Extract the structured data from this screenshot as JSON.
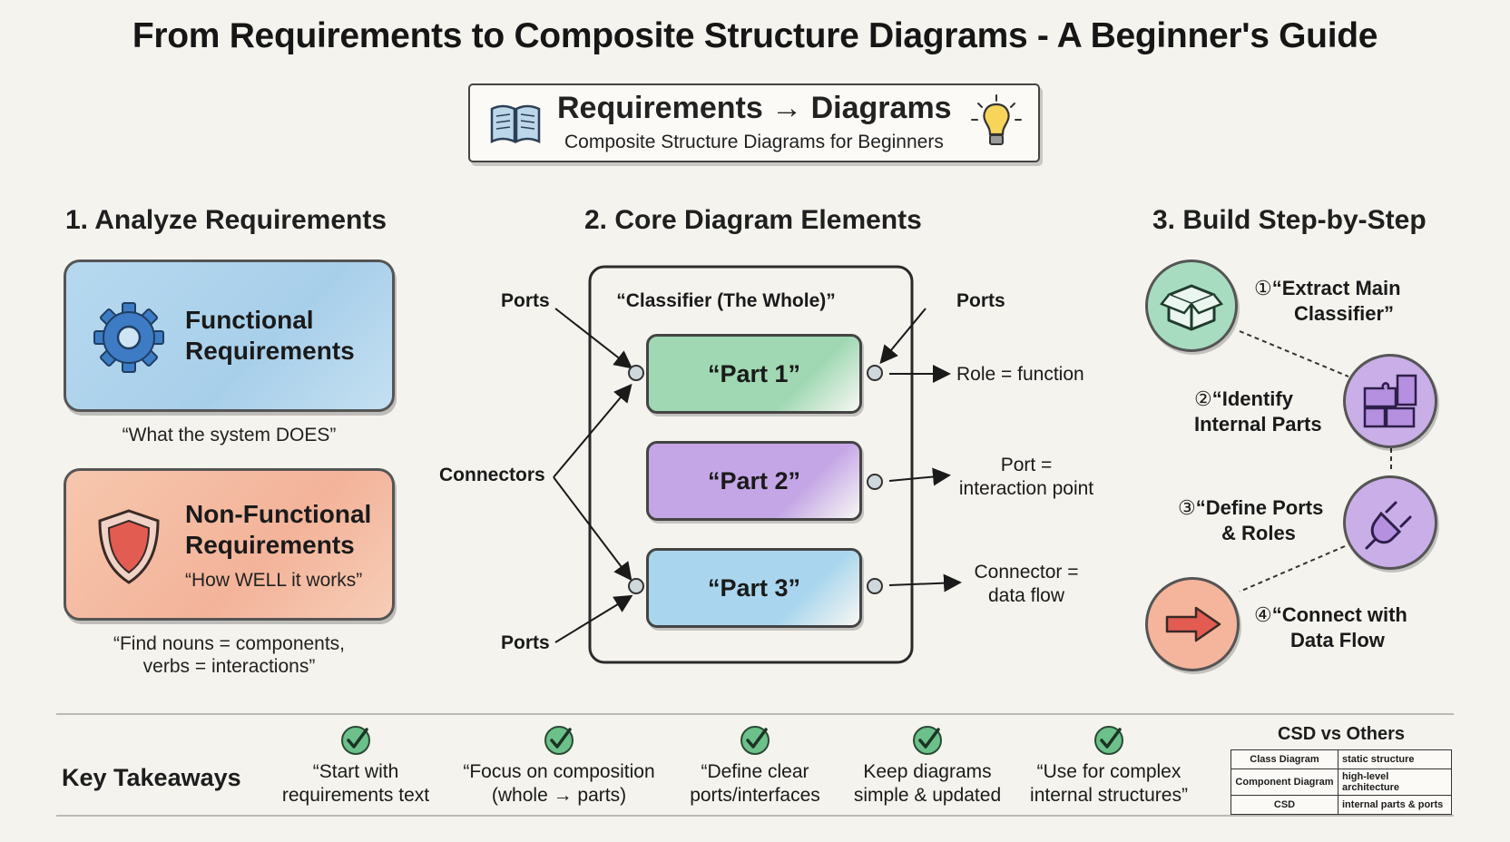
{
  "title": "From Requirements to Composite Structure Diagrams - A Beginner's Guide",
  "header": {
    "title": "Requirements → Diagrams",
    "subtitle": "Composite Structure Diagrams for Beginners",
    "left_icon": "book-icon",
    "right_icon": "lightbulb-icon"
  },
  "section1": {
    "title": "1. Analyze Requirements",
    "functional": {
      "line1": "Functional",
      "line2": "Requirements",
      "caption": "“What the system DOES”",
      "icon": "gear-icon",
      "color": "#a8cfea"
    },
    "nonfunctional": {
      "line1": "Non-Functional",
      "line2": "Requirements",
      "quote": "“How WELL it works”",
      "icon": "shield-icon",
      "color": "#f3b39a"
    },
    "hint_line1": "“Find nouns = components,",
    "hint_line2": "verbs = interactions”"
  },
  "section2": {
    "title": "2. Core Diagram Elements",
    "classifier": "“Classifier (The Whole)”",
    "parts": [
      {
        "label": "“Part 1”",
        "color": "#9fd8b2"
      },
      {
        "label": "“Part 2”",
        "color": "#c4a6e6"
      },
      {
        "label": "“Part 3”",
        "color": "#a9d6ee"
      }
    ],
    "ports_label": "Ports",
    "connectors_label": "Connectors",
    "role_note": "Role = function",
    "port_note_line1": "Port =",
    "port_note_line2": "interaction point",
    "connector_note_line1": "Connector =",
    "connector_note_line2": "data flow"
  },
  "section3": {
    "title": "3. Build Step-by-Step",
    "steps": [
      {
        "num": "①",
        "line1": "“Extract Main",
        "line2": "Classifier”",
        "icon": "box-icon",
        "color": "#a8dcc0"
      },
      {
        "num": "②",
        "line1": "“Identify",
        "line2": "Internal Parts",
        "icon": "puzzle-icon",
        "color": "#c9aee8"
      },
      {
        "num": "③",
        "line1": "“Define Ports",
        "line2": "& Roles",
        "icon": "plug-icon",
        "color": "#c9aee8"
      },
      {
        "num": "④",
        "line1": "“Connect with",
        "line2": "Data Flow",
        "icon": "arrow-icon",
        "color": "#f5b59c"
      }
    ]
  },
  "takeaways": {
    "label": "Key Takeaways",
    "items": [
      {
        "line1": "“Start with",
        "line2": "requirements text"
      },
      {
        "line1": "“Focus on composition",
        "line2": "(whole → parts)"
      },
      {
        "line1": "“Define clear",
        "line2": "ports/interfaces"
      },
      {
        "line1": "Keep diagrams",
        "line2": "simple & updated"
      },
      {
        "line1": "“Use for complex",
        "line2": "internal structures”"
      }
    ],
    "check_icon": "check-icon",
    "check_color": "#6cc08a"
  },
  "comparison": {
    "title": "CSD vs Others",
    "rows": [
      [
        "Class Diagram",
        "static structure"
      ],
      [
        "Component Diagram",
        "high-level architecture"
      ],
      [
        "CSD",
        "internal parts & ports"
      ]
    ]
  }
}
